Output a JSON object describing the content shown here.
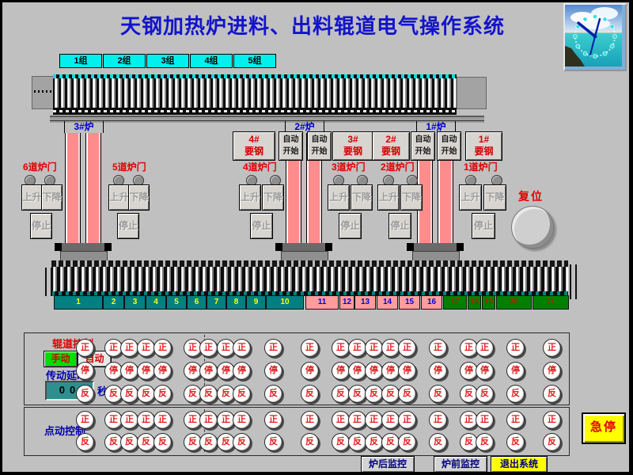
{
  "title": "天钢加热炉进料、出料辊道电气操作系统",
  "top_conveyor": {
    "groups": [
      "1组",
      "2组",
      "3组",
      "4组",
      "5组"
    ]
  },
  "furnaces": [
    {
      "label": "3#炉"
    },
    {
      "label": "2#炉"
    },
    {
      "label": "1#炉"
    }
  ],
  "request_buttons": [
    {
      "line1": "4#",
      "line2": "要钢",
      "style": "steel"
    },
    {
      "line1": "自动",
      "line2": "开始",
      "style": "auto"
    },
    {
      "line1": "自动",
      "line2": "开始",
      "style": "auto"
    },
    {
      "line1": "3#",
      "line2": "要钢",
      "style": "steel"
    },
    {
      "line1": "2#",
      "line2": "要钢",
      "style": "steel"
    },
    {
      "line1": "自动",
      "line2": "开始",
      "style": "auto"
    },
    {
      "line1": "自动",
      "line2": "开始",
      "style": "auto"
    },
    {
      "line1": "1#",
      "line2": "要钢",
      "style": "steel"
    }
  ],
  "doors": [
    {
      "label": "6道炉门",
      "up": "上升",
      "down": "下降",
      "stop": "停止"
    },
    {
      "label": "5道炉门",
      "up": "上升",
      "down": "下降",
      "stop": "停止"
    },
    {
      "label": "4道炉门",
      "up": "上升",
      "down": "下降",
      "stop": "停止"
    },
    {
      "label": "3道炉门",
      "up": "上升",
      "down": "下降",
      "stop": "停止"
    },
    {
      "label": "2道炉门",
      "up": "上升",
      "down": "下降",
      "stop": "停止"
    },
    {
      "label": "1道炉门",
      "up": "上升",
      "down": "下降",
      "stop": "停止"
    }
  ],
  "reset_label": "复位",
  "bottom_conveyor": {
    "sections": [
      {
        "num": "1",
        "color": "teal"
      },
      {
        "num": "2",
        "color": "teal"
      },
      {
        "num": "3",
        "color": "teal"
      },
      {
        "num": "4",
        "color": "teal"
      },
      {
        "num": "5",
        "color": "teal"
      },
      {
        "num": "6",
        "color": "teal"
      },
      {
        "num": "7",
        "color": "teal"
      },
      {
        "num": "8",
        "color": "teal"
      },
      {
        "num": "9",
        "color": "teal"
      },
      {
        "num": "10",
        "color": "teal"
      },
      {
        "num": "11",
        "color": "pink"
      },
      {
        "num": "12",
        "color": "pink"
      },
      {
        "num": "13",
        "color": "pink"
      },
      {
        "num": "14",
        "color": "pink"
      },
      {
        "num": "15",
        "color": "pink"
      },
      {
        "num": "16",
        "color": "pink"
      },
      {
        "num": "17",
        "color": "green"
      },
      {
        "num": "18",
        "color": "green"
      },
      {
        "num": "19",
        "color": "green"
      },
      {
        "num": "20",
        "color": "green"
      },
      {
        "num": "21",
        "color": "green"
      }
    ]
  },
  "roller_panel": {
    "title": "辊道控制",
    "manual_button": "手动",
    "auto_button": "自动",
    "delay_label": "传动延时",
    "delay_value": "00",
    "delay_unit": "秒",
    "row_labels": [
      "正",
      "停",
      "反"
    ]
  },
  "jog_panel": {
    "title": "点动控制",
    "row_labels": [
      "正",
      "反"
    ]
  },
  "footer_buttons": [
    {
      "label": "炉后监控"
    },
    {
      "label": "炉前监控"
    },
    {
      "label": "退出系统"
    }
  ],
  "estop_label": "急停",
  "colors": {
    "title_blue": "#1313cd",
    "alarm_red": "#e00000",
    "group_cyan": "#00f0f0",
    "furnace_pink": "#ff8c8c",
    "section_teal": "#008080",
    "section_pink": "#ff9c9c",
    "section_green": "#008000",
    "estop_yellow": "#ffff00",
    "manual_green": "#00dd00"
  }
}
